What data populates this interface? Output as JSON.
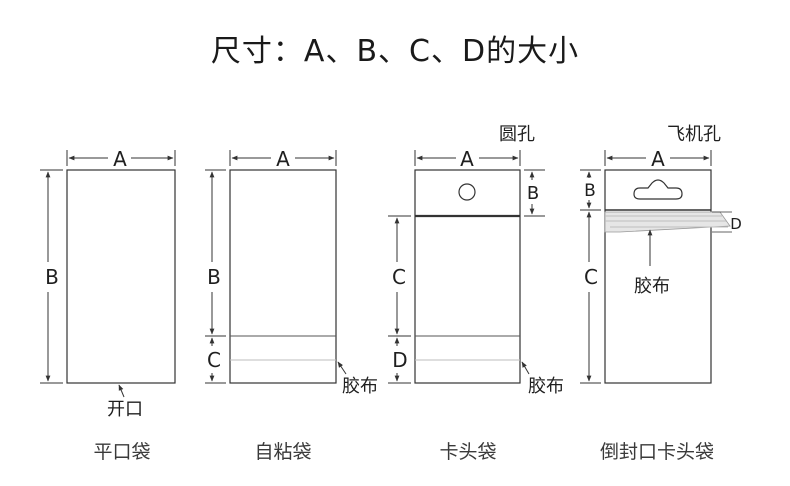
{
  "title": "尺寸：A、B、C、D的大小",
  "bags": [
    {
      "caption": "平口袋",
      "dims": {
        "a": "A",
        "b": "B"
      },
      "annotation": "开口"
    },
    {
      "caption": "自粘袋",
      "dims": {
        "a": "A",
        "b": "B",
        "c": "C"
      },
      "annotation": "胶布"
    },
    {
      "caption": "卡头袋",
      "dims": {
        "a": "A",
        "b": "B",
        "c": "C",
        "d": "D"
      },
      "hole_label": "圆孔",
      "annotation": "胶布"
    },
    {
      "caption": "倒封口卡头袋",
      "dims": {
        "a": "A",
        "b": "B",
        "c": "C",
        "d": "D"
      },
      "hole_label": "飞机孔",
      "annotation": "胶布"
    }
  ],
  "colors": {
    "line": "#333333",
    "panel": "#ffffff",
    "shade": "#bdbdbd"
  }
}
